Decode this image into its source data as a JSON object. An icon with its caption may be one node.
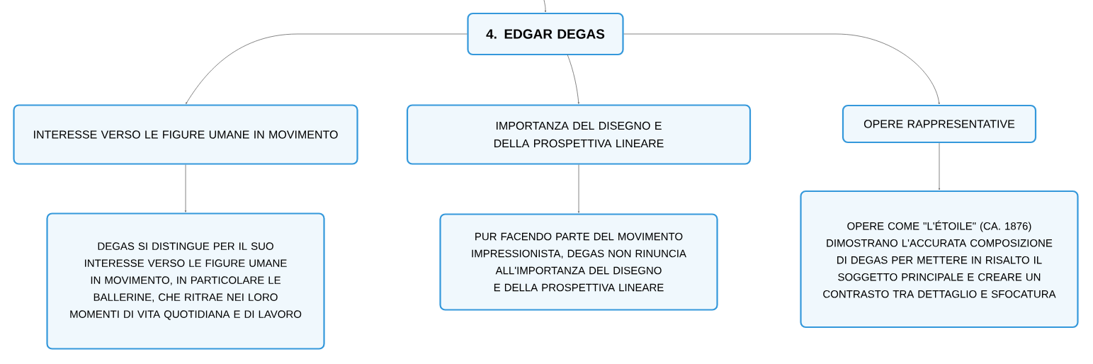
{
  "diagram": {
    "nodes": [
      {
        "text": [
          "4. EDGAR DEGAS"
        ]
      },
      {
        "text": [
          "INTERESSE VERSO LE FIGURE UMANE IN MOVIMENTO"
        ]
      },
      {
        "text": [
          "IMPORTANZA DEL DISEGNO E DELLA PROSPETTIVA LINEARE"
        ]
      },
      {
        "text": [
          "OPERE RAPPRESENTATIVE"
        ]
      },
      {
        "text": [
          "DEGAS SI DISTINGUE PER IL SUO INTERESSE VERSO LE FIGURE UMANE IN MOVIMENTO, IN PARTICOLARE LE BALLERINE, CHE RITRAE NEI LORO MOMENTI DI VITA QUOTIDIANA E DI LAVORO"
        ]
      },
      {
        "text": [
          "PUR FACENDO PARTE DEL MOVIMENTO IMPRESSIONISTA, DEGAS NON RINUNCIA ALL'IMPORTANZA DEL DISEGNO E DELLA PROSPETTIVA LINEARE"
        ]
      },
      {
        "text": [
          "OPERE COME \"L'ÉTOILE\" (CA. 1876) DIMOSTRANO L'ACCURATA COMPOSIZIONE DI DEGAS PER METTERE IN RISALTO IL SOGGETTO PRINCIPALE E CREARE UN CONTRASTO TRA DETTAGLIO E SFOCATURA"
        ]
      }
    ],
    "edges": [
      {
        "from": null,
        "to": 0,
        "arrow": "to"
      },
      {
        "from": 0,
        "to": 1,
        "arrow": "to"
      },
      {
        "from": 0,
        "to": 2,
        "arrow": "to"
      },
      {
        "from": 0,
        "to": 3,
        "arrow": "to"
      },
      {
        "from": 1,
        "to": 4,
        "arrow": "to"
      },
      {
        "from": 2,
        "to": 5,
        "arrow": "to"
      },
      {
        "from": 3,
        "to": 6,
        "arrow": "to"
      }
    ]
  }
}
